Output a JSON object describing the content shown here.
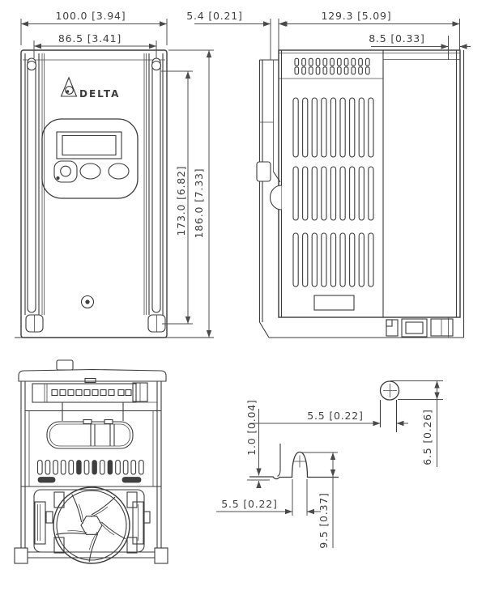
{
  "brand": "DELTA",
  "dims": {
    "front": {
      "overall_width": "100.0 [3.94]",
      "mounting_width": "86.5 [3.41]",
      "mounting_height": "173.0 [6.82]",
      "overall_height": "186.0 [7.33]"
    },
    "side": {
      "rail_clip_depth": "5.4 [0.21]",
      "overall_depth": "129.3 [5.09]",
      "flange_width": "8.5 [0.33]"
    },
    "hole_detail": {
      "slot_width": "5.5 [0.22]",
      "hole_diameter": "6.5 [0.26]"
    },
    "keyhole_detail": {
      "lip_height": "1.0 [0.04]",
      "slot_width": "5.5 [0.22]",
      "keyhole_height": "9.5 [0.37]"
    }
  }
}
